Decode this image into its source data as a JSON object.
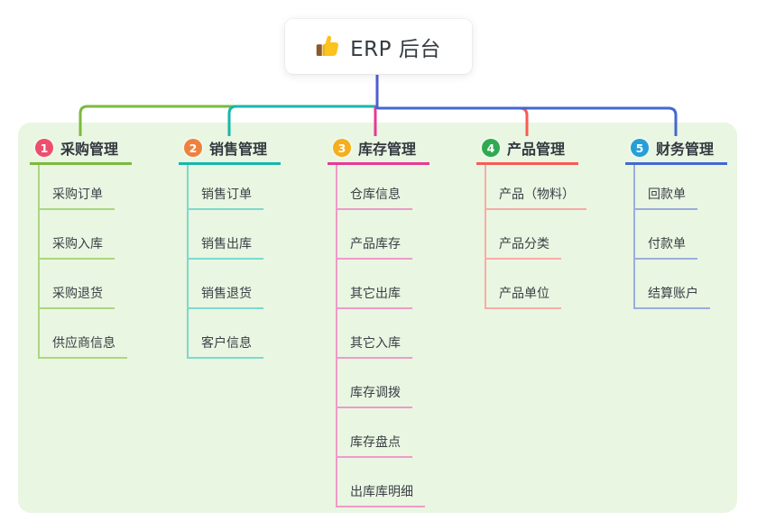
{
  "root": {
    "title": "ERP 后台",
    "icon": "thumbs-up-icon",
    "stem_color": "#4d5fd0"
  },
  "panel": {
    "background": "#e9f6e2"
  },
  "branches": [
    {
      "num": "1",
      "label": "采购管理",
      "badge_color": "#ee4e6c",
      "line_color": "#7cb93e",
      "child_line_color": "#abd77f",
      "children": [
        "采购订单",
        "采购入库",
        "采购退货",
        "供应商信息"
      ]
    },
    {
      "num": "2",
      "label": "销售管理",
      "badge_color": "#ef8140",
      "line_color": "#15b8ab",
      "child_line_color": "#7cd9cf",
      "children": [
        "销售订单",
        "销售出库",
        "销售退货",
        "客户信息"
      ]
    },
    {
      "num": "3",
      "label": "库存管理",
      "badge_color": "#f6ae1c",
      "line_color": "#e63a94",
      "child_line_color": "#f09ac8",
      "children": [
        "仓库信息",
        "产品库存",
        "其它出库",
        "其它入库",
        "库存调拨",
        "库存盘点",
        "出库库明细"
      ]
    },
    {
      "num": "4",
      "label": "产品管理",
      "badge_color": "#2faa4f",
      "line_color": "#f85b55",
      "child_line_color": "#f9aba6",
      "children": [
        "产品（物料）",
        "产品分类",
        "产品单位"
      ]
    },
    {
      "num": "5",
      "label": "财务管理",
      "badge_color": "#259fd8",
      "line_color": "#4368cf",
      "child_line_color": "#9badde",
      "children": [
        "回款单",
        "付款单",
        "结算账户"
      ]
    }
  ]
}
